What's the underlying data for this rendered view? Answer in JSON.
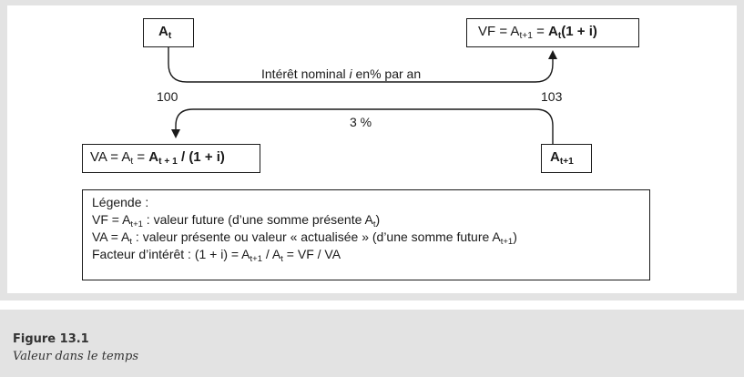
{
  "diagram": {
    "node_at": {
      "base": "A",
      "sub": "t"
    },
    "node_vf": {
      "pre": "VF = A",
      "sub1": "t+1",
      "mid": " = ",
      "bold_base": "A",
      "bold_sub": "t",
      "bold_rest": "(1 + i)"
    },
    "top_arrow_label": {
      "pre": "Intérêt nominal ",
      "italic": "i",
      "post": " en% par an"
    },
    "value_left": "100",
    "value_right": "103",
    "bottom_arrow_label": "3 %",
    "node_va": {
      "pre": "VA = A",
      "sub1": "t",
      "mid": " = ",
      "bold_base": "A",
      "bold_sub": "t + 1",
      "bold_rest": " / (1 + i)"
    },
    "node_at1": {
      "base": "A",
      "sub": "t+1"
    }
  },
  "legend": {
    "title": "Légende :",
    "line1": {
      "a": "VF = A",
      "s1": "t+1",
      "b": " : valeur future (d’une somme présente A",
      "s2": "t",
      "c": ")"
    },
    "line2": {
      "a": "VA = A",
      "s1": "t",
      "b": " : valeur présente ou valeur « actualisée » (d’une somme future A",
      "s2": "t+1",
      "c": ")"
    },
    "line3": {
      "a": "Facteur d’intérêt : (1 + i) = A",
      "s1": "t+1",
      "b": " / A",
      "s2": "t",
      "c": " = VF / VA"
    }
  },
  "caption": {
    "number": "Figure 13.1",
    "title": "Valeur dans le temps"
  }
}
